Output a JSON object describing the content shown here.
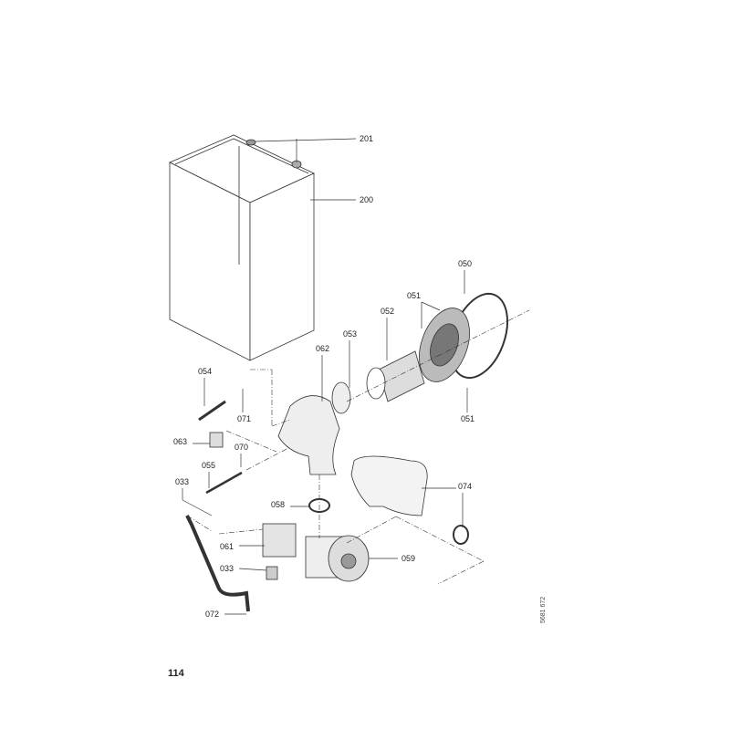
{
  "diagram": {
    "labels": {
      "l201": "201",
      "l200": "200",
      "l050": "050",
      "l051a": "051",
      "l052": "052",
      "l053": "053",
      "l062": "062",
      "l054": "054",
      "l071": "071",
      "l063": "063",
      "l070": "070",
      "l055": "055",
      "l033a": "033",
      "l058": "058",
      "l074": "074",
      "l061": "061",
      "l059": "059",
      "l033b": "033",
      "l072": "072",
      "l051b": "051"
    },
    "page_number": "114",
    "document_id": "5681 672"
  }
}
